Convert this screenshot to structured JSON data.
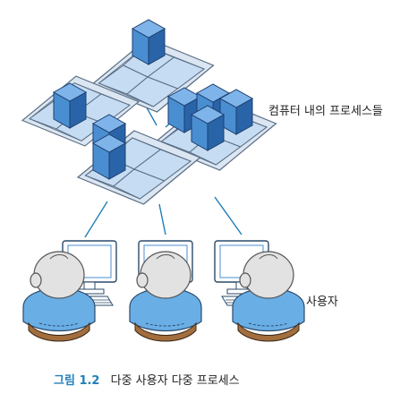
{
  "labels": {
    "processes": "컴퓨터 내의 프로세스들",
    "users": "사용자"
  },
  "caption": {
    "number": "그림 1.2",
    "text": "다중 사용자 다중 프로세스"
  },
  "colors": {
    "accent": "#1f7fb8",
    "cube_front": "#4a8ed2",
    "cube_top": "#7fb4ea",
    "cube_side": "#2a64a8",
    "tray": "#dbe6f2",
    "cell": "#c6dcf2",
    "skin": "#e2e2e2",
    "shirt": "#6aaee6",
    "pants": "#a36e3e"
  },
  "icons": [
    "process-cube-icon",
    "computer-monitor-icon",
    "keyboard-icon",
    "user-figure-icon"
  ]
}
